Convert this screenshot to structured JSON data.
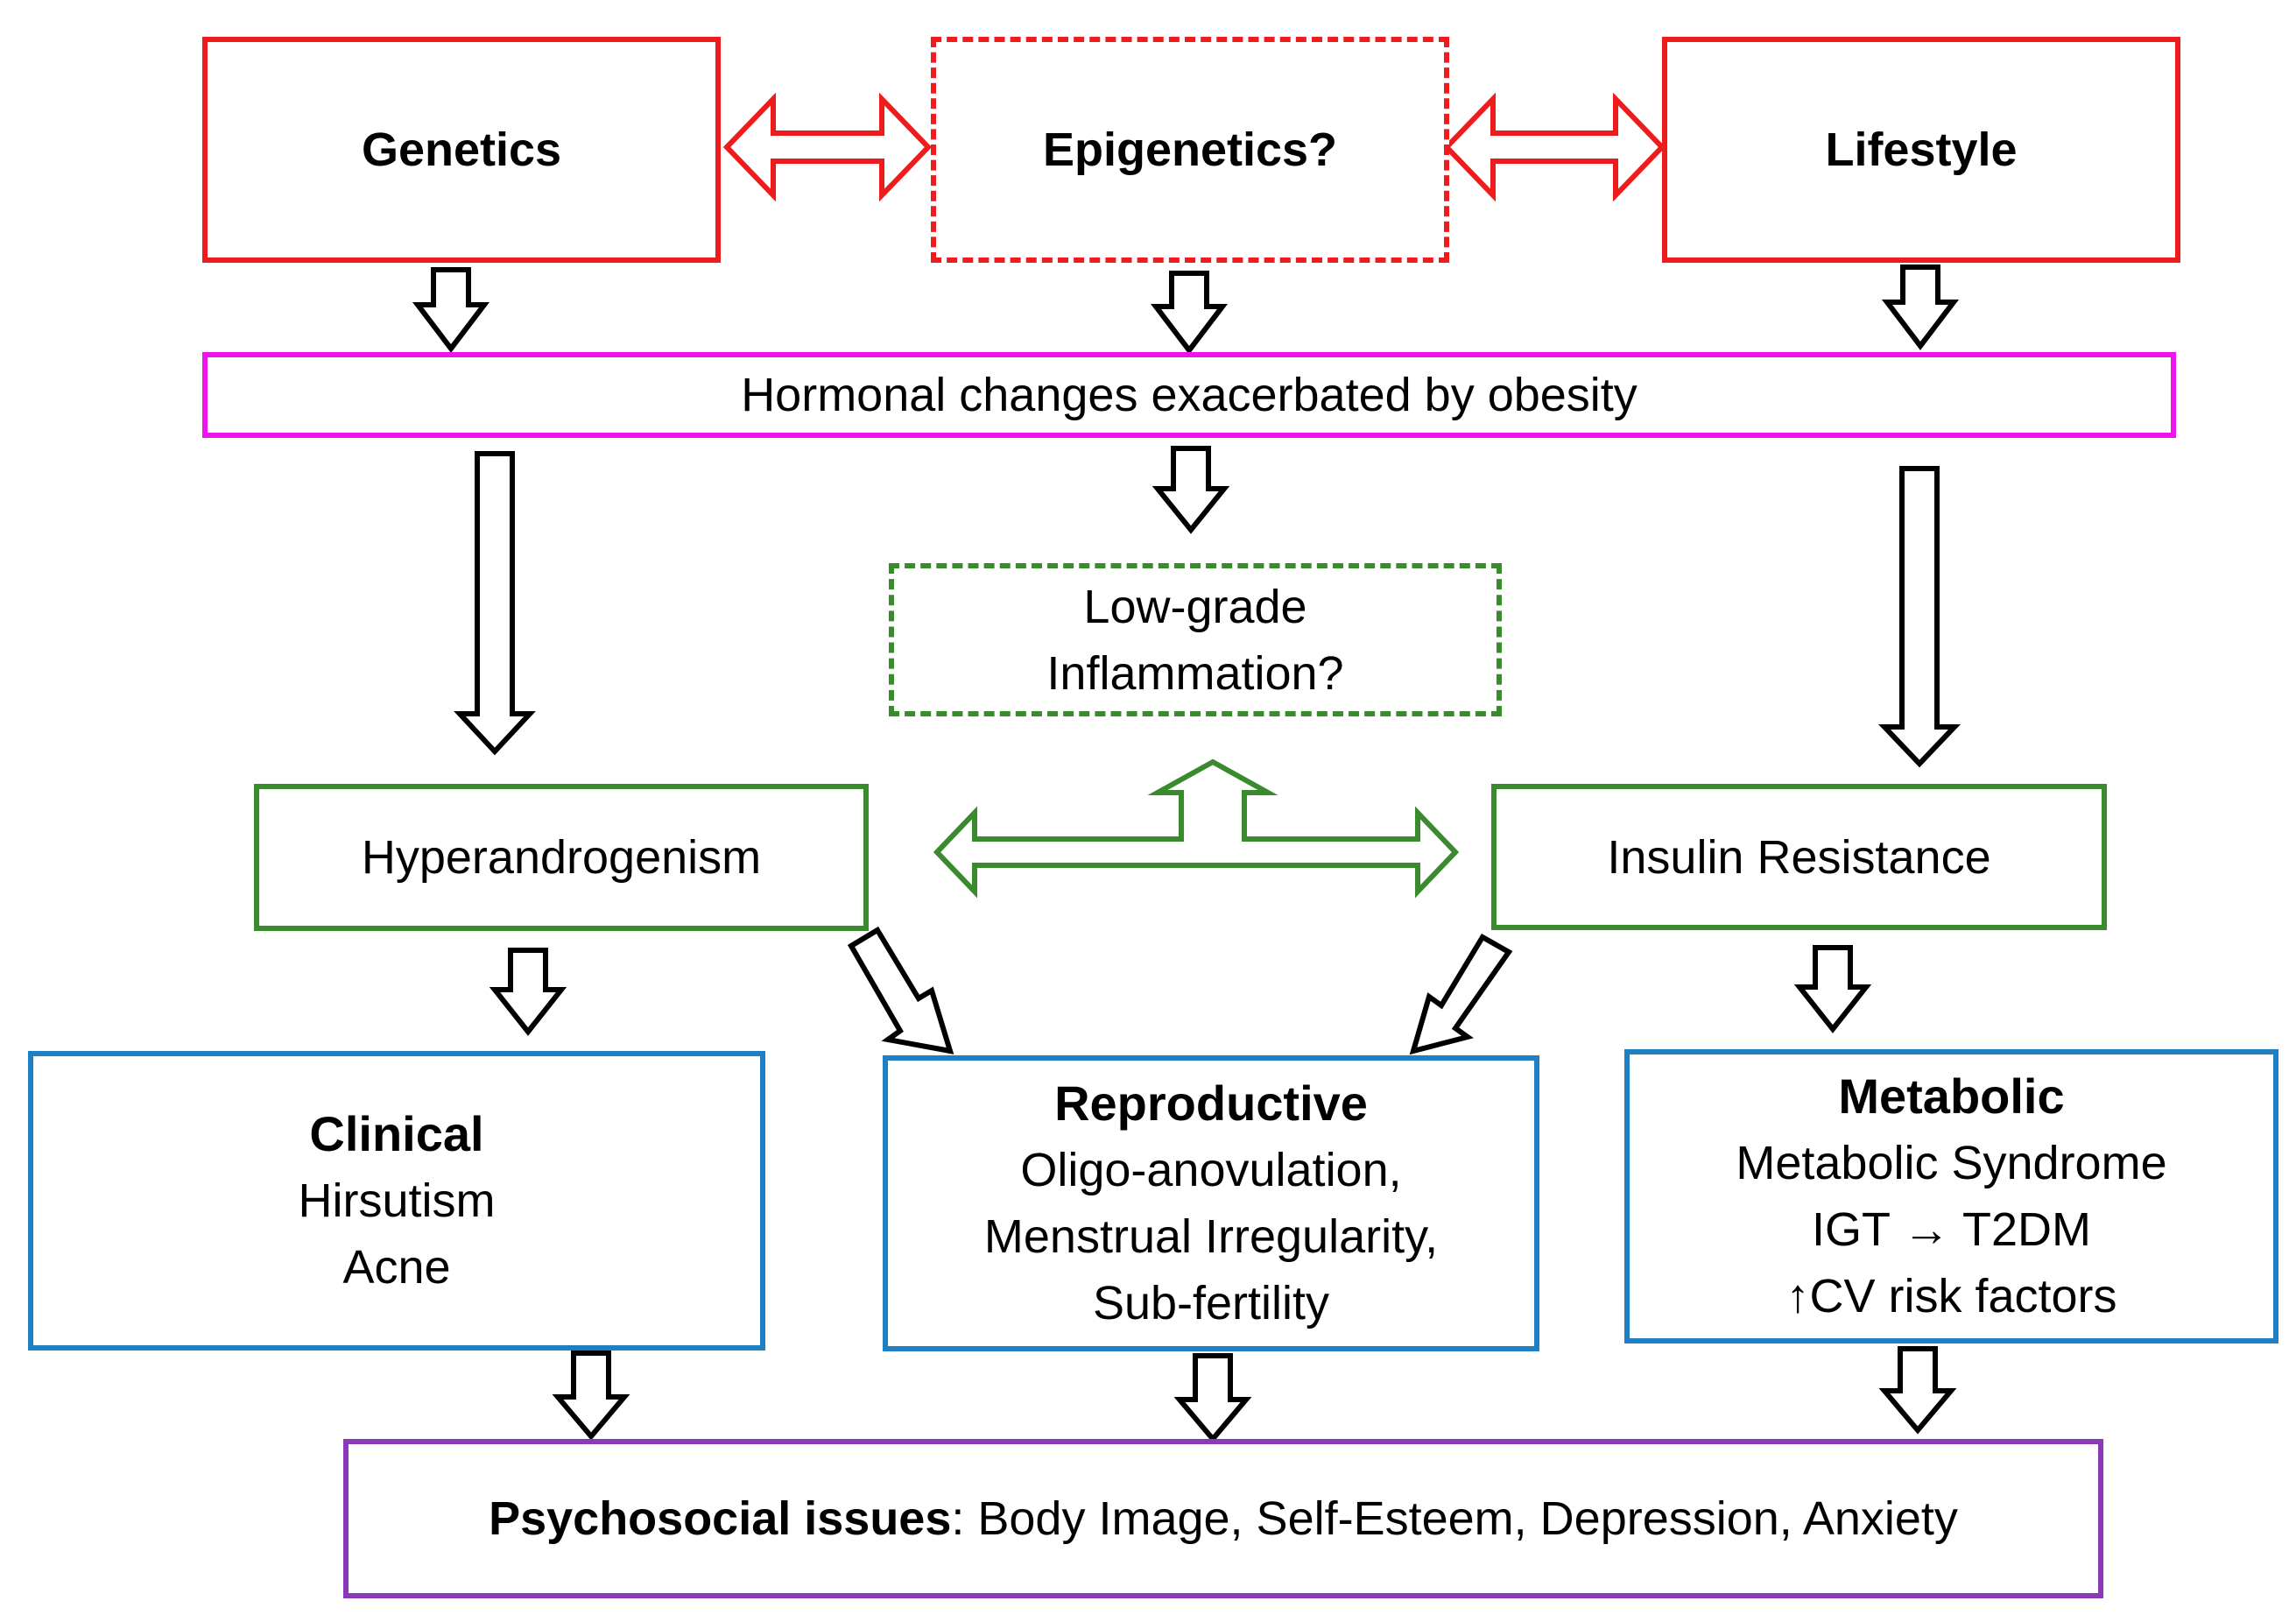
{
  "colors": {
    "red": "#ee1c1c",
    "magenta": "#ee14ee",
    "green": "#3a8a2e",
    "blue": "#1f7fc4",
    "purple": "#8a3ab8",
    "black": "#000000"
  },
  "top": {
    "genetics": "Genetics",
    "epigenetics": "Epigenetics?",
    "lifestyle": "Lifestyle"
  },
  "hormonal": "Hormonal changes exacerbated by obesity",
  "inflammation": {
    "line1": "Low-grade",
    "line2": "Inflammation?"
  },
  "hyperandrogenism": "Hyperandrogenism",
  "insulin_resistance": "Insulin Resistance",
  "clinical": {
    "title": "Clinical",
    "items": [
      "Hirsutism",
      "Acne"
    ]
  },
  "reproductive": {
    "title": "Reproductive",
    "items": [
      "Oligo-anovulation,",
      "Menstrual Irregularity,",
      "Sub-fertility"
    ]
  },
  "metabolic": {
    "title": "Metabolic",
    "items": [
      "Metabolic Syndrome",
      "IGT → T2DM",
      "↑CV risk factors"
    ]
  },
  "psychosocial": {
    "title": "Psychosocial issues",
    "text": ": Body Image, Self-Esteem, Depression, Anxiety"
  }
}
